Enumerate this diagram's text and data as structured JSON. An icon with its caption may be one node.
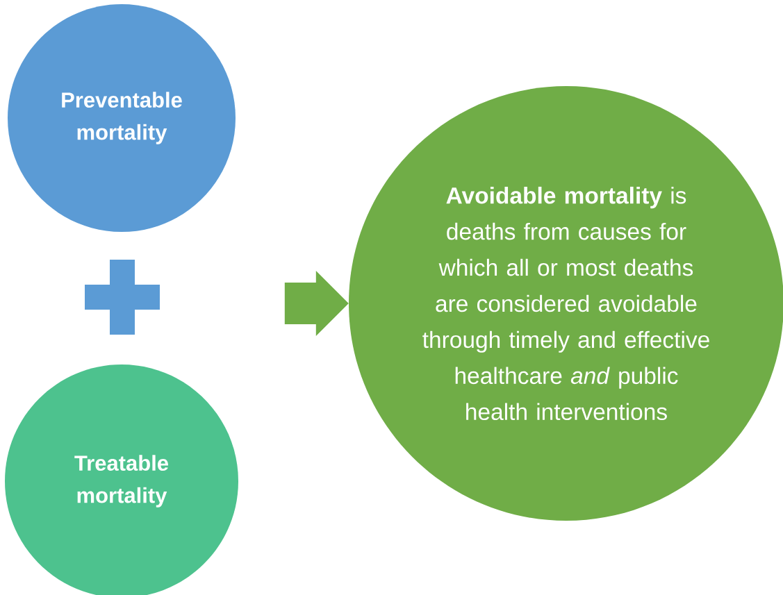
{
  "diagram": {
    "nodes": [
      {
        "text": [
          "Preventable mortality"
        ]
      },
      {
        "text": [],
        "shape": "plus"
      },
      {
        "text": [
          "Treatable mortality"
        ]
      },
      {
        "text": [
          "**Avoidable mortality** is deaths from causes for which all or most deaths are considered avoidable through timely and effective healthcare *and* public health interventions"
        ]
      }
    ],
    "edges": [
      {
        "from": null,
        "to": 3,
        "arrow": "to"
      }
    ]
  }
}
